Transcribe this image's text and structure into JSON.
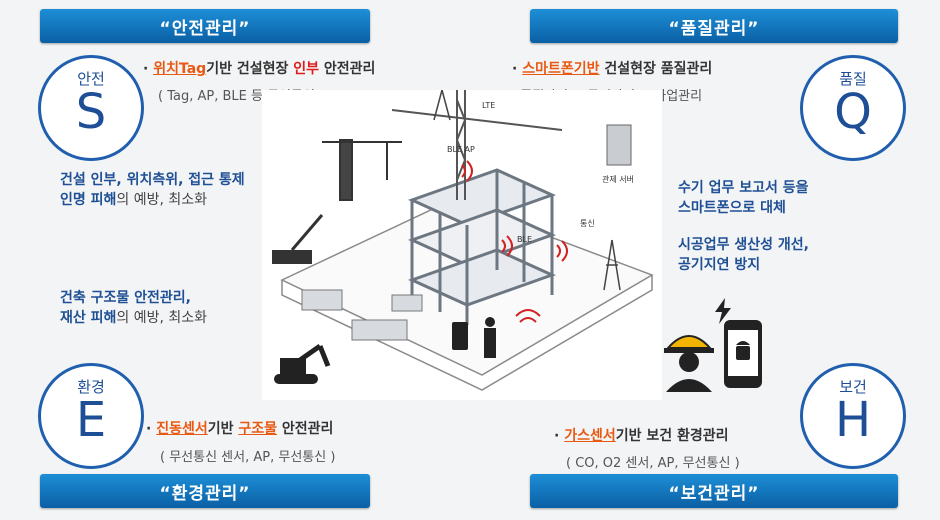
{
  "banners": {
    "safety": "“안전관리”",
    "quality": "“품질관리”",
    "environment": "“환경관리”",
    "health": "“보건관리”"
  },
  "circles": {
    "s": {
      "kor": "안전",
      "letter": "S"
    },
    "q": {
      "kor": "품질",
      "letter": "Q"
    },
    "e": {
      "kor": "환경",
      "letter": "E"
    },
    "h": {
      "kor": "보건",
      "letter": "H"
    }
  },
  "safety_desc": {
    "bullet": "·",
    "hl1": "위치Tag",
    "mid": "기반 건설현장 ",
    "red": "인부",
    "tail": " 안전관리",
    "sub": "( Tag, AP, BLE 등 무선통신)"
  },
  "quality_desc": {
    "bullet": "·",
    "hl1": "스마트폰기반",
    "tail": " 건설현장 품질관리",
    "sub": "· 품질관리 > 공정관리 > 사업관리"
  },
  "env_desc": {
    "bullet": "·",
    "hl1": "진동센서",
    "mid": "기반 ",
    "hl2": "구조물",
    "tail": " 안전관리",
    "sub": "( 무선통신 센서, AP, 무선통신 )"
  },
  "health_desc": {
    "bullet": "·",
    "hl1": "가스센서",
    "tail": "기반 보건 환경관리",
    "sub": "( CO, O2 센서, AP, 무선통신 )"
  },
  "left_notes": {
    "n1_line1": "건설 인부, 위치측위, 접근 통제",
    "n1_line2_a": "인명 피해",
    "n1_line2_b": "의 예방, 최소화",
    "n2_line1": "건축 구조물 안전관리,",
    "n2_line2_a": "재산 피해",
    "n2_line2_b": "의 예방, 최소화"
  },
  "right_notes": {
    "n1_line1": "수기 업무 보고서 등을",
    "n1_line2": "스마트폰으로 대체",
    "n2_line1": "시공업무 생산성 개선,",
    "n2_line2": "공기지연 방지"
  },
  "illustration": {
    "lte": "LTE",
    "ble_ap": "BLE AP",
    "ble": "BLE",
    "server": "관제 서버",
    "comm": "통신"
  }
}
